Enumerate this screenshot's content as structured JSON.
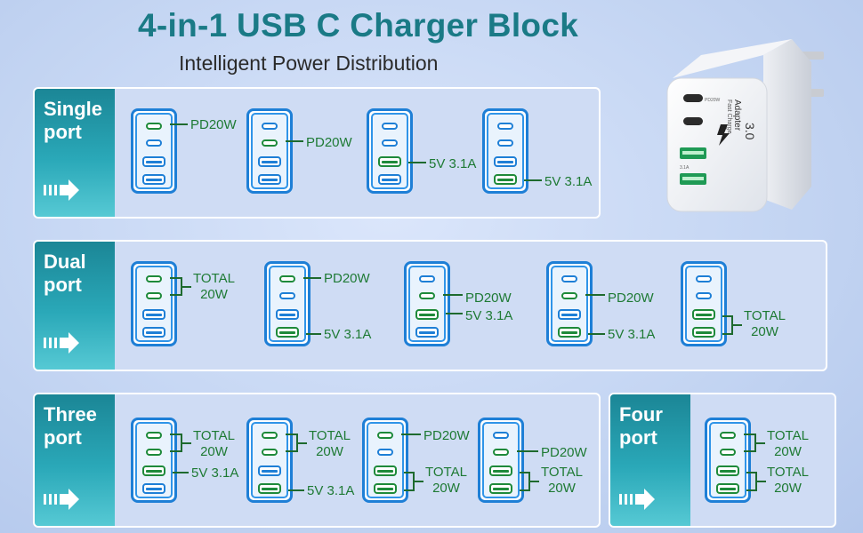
{
  "header": {
    "title": "4-in-1 USB C Charger Block",
    "subtitle": "Intelligent Power Distribution"
  },
  "colors": {
    "title": "#1a7a86",
    "port_active_green": "#1e8a3a",
    "port_idle_blue": "#1e7fd6",
    "label_green": "#1e7a34",
    "sidebar_teal": "#1b8696"
  },
  "product": {
    "brand_text": "Adapter",
    "mode_text": "Fast Charge",
    "version_text": "3.0",
    "pd_text": "PD20W",
    "usb_a_text": "3.1A"
  },
  "sections": {
    "single": {
      "label": "Single\nport",
      "items": [
        {
          "label": "PD20W"
        },
        {
          "label": "PD20W"
        },
        {
          "label": "5V 3.1A"
        },
        {
          "label": "5V 3.1A"
        }
      ]
    },
    "dual": {
      "label": "Dual\nport",
      "items": [
        {
          "label": "TOTAL\n20W"
        },
        {
          "labels": [
            "PD20W",
            "5V 3.1A"
          ]
        },
        {
          "labels": [
            "PD20W",
            "5V 3.1A"
          ]
        },
        {
          "labels": [
            "PD20W",
            "5V 3.1A"
          ]
        },
        {
          "label": "TOTAL\n20W"
        }
      ]
    },
    "three": {
      "label": "Three\nport",
      "items": [
        {
          "labels": [
            "TOTAL\n20W",
            "5V 3.1A"
          ]
        },
        {
          "labels": [
            "TOTAL\n20W",
            "5V 3.1A"
          ]
        },
        {
          "labels": [
            "PD20W",
            "TOTAL\n20W"
          ]
        },
        {
          "labels": [
            "PD20W",
            "TOTAL\n20W"
          ]
        }
      ]
    },
    "four": {
      "label": "Four\nport",
      "items": [
        {
          "labels": [
            "TOTAL\n20W",
            "TOTAL\n20W"
          ]
        }
      ]
    }
  }
}
